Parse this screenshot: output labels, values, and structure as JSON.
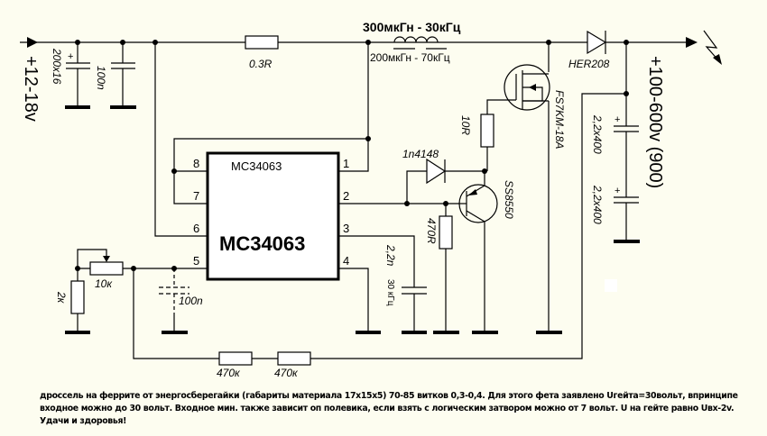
{
  "title": "MC34063 boost converter 12-18V to 100-600V",
  "input": {
    "label": "+12-18v"
  },
  "output": {
    "label": "+100-600v (900)"
  },
  "components": {
    "c_in_electrolytic": "200x16",
    "c_in_ceramic": "100n",
    "r_sense": "0.3R",
    "inductor_top": "300мкГн - 30кГц",
    "inductor_bottom": "200мкГн - 70кГц",
    "diode_out": "HER208",
    "mosfet": "FS7KM-18A",
    "r_gate": "10R",
    "diode_gate": "1n4148",
    "transistor": "SS8550",
    "r_base": "470R",
    "c_timing": "2,2n",
    "c_timing_note": "30 кГц",
    "c_out_1": "2,2x400",
    "c_out_2": "2,2x400",
    "pot": "10к",
    "r_div_low": "2к",
    "c_fb": "100n",
    "r_div_1": "470к",
    "r_div_2": "470к"
  },
  "ic": {
    "name_small": "MC34063",
    "name_big": "MC34063",
    "pins_left": [
      "8",
      "7",
      "6",
      "5"
    ],
    "pins_right": [
      "1",
      "2",
      "3",
      "4"
    ]
  },
  "note": "дроссель на феррите от энергосберегайки (габариты материала 17x15x5)  70-85 витков 0,3-0,4. Для этого фета заявлено Uгейта=30вольт, впринципе входное можно до 30 вольт. Входное мин. также зависит оп полевика, если взять с логическим затвором можно от 7 вольт. U на гейте равно Uвх-2v. Удачи и здоровья!"
}
